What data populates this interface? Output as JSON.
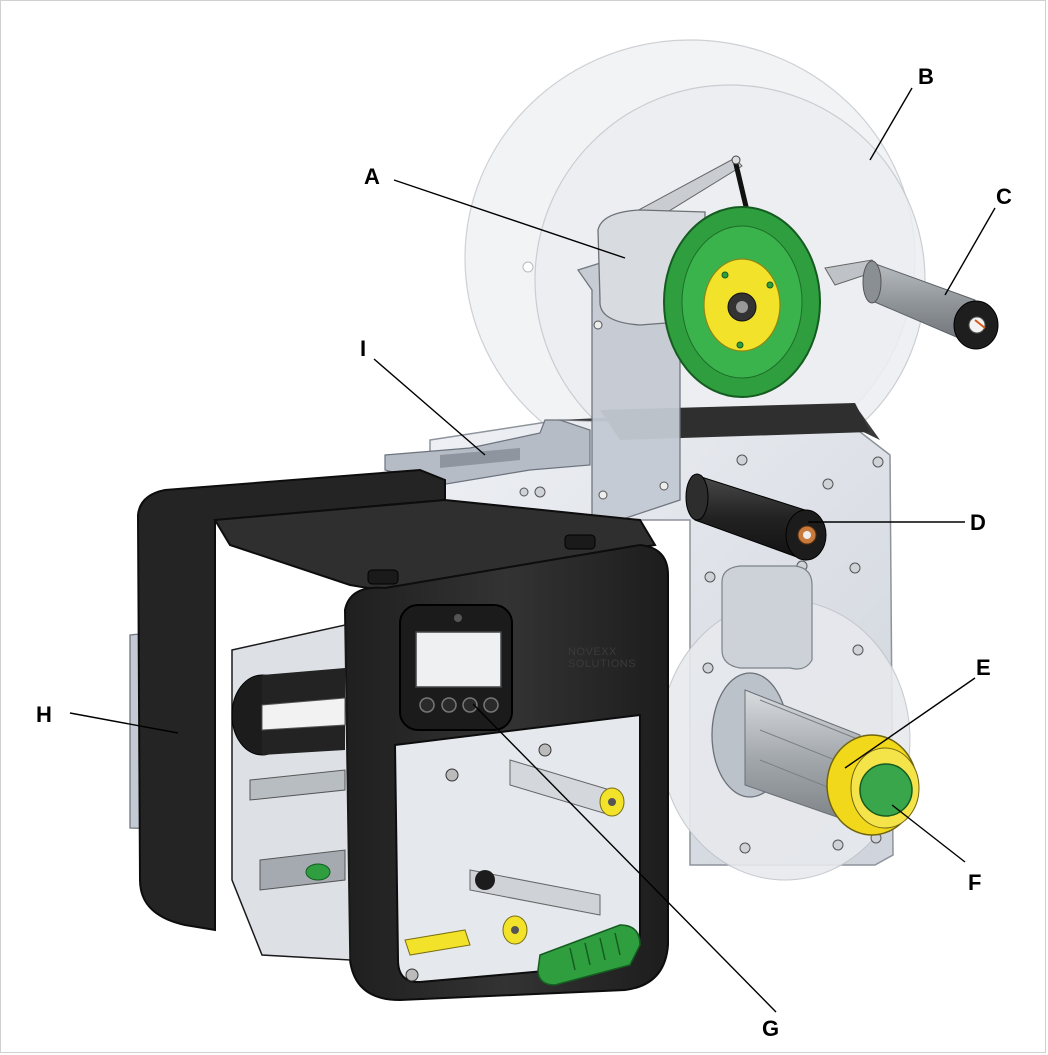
{
  "labels": {
    "a": "A",
    "b": "B",
    "c": "C",
    "d": "D",
    "e": "E",
    "f": "F",
    "g": "G",
    "h": "H",
    "i": "I"
  },
  "logo": {
    "line1": "NOVEXX",
    "line2": "SOLUTIONS"
  },
  "colors": {
    "housing_dark": "#2b2b2b",
    "housing_edge": "#111111",
    "plate": "#dfe3ea",
    "disc": "#eef0f3",
    "green": "#2f9e3f",
    "yellow": "#f2e32a",
    "roller_gray": "#9ea3a8",
    "roller_black": "#2a2a2a"
  }
}
